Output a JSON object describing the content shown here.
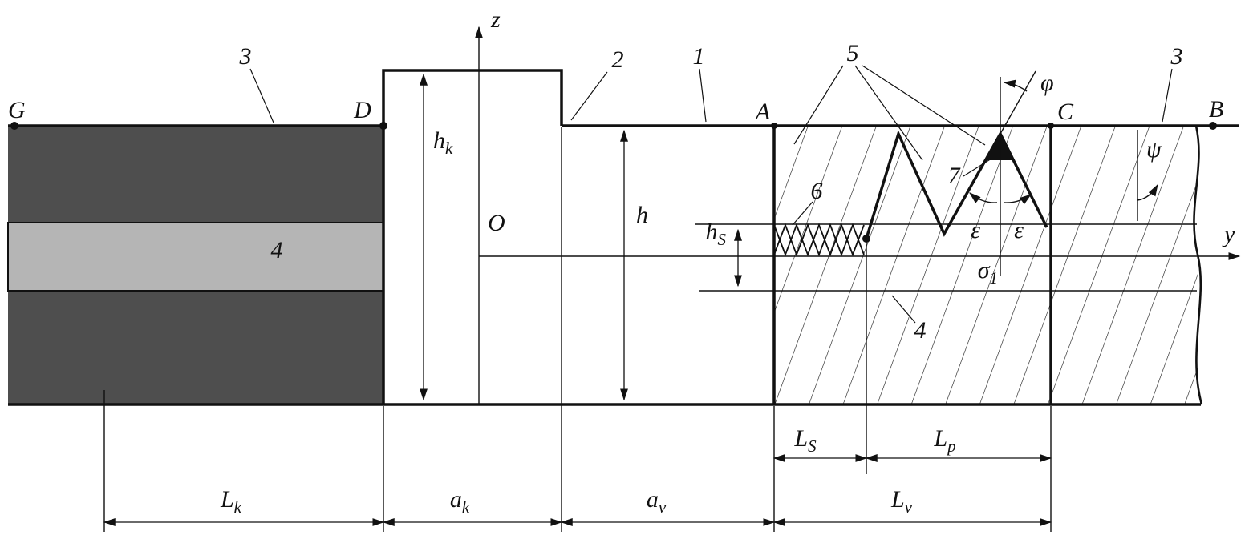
{
  "axes": {
    "z": "z",
    "y": "y",
    "origin": "O"
  },
  "points": {
    "G": "G",
    "D": "D",
    "A": "A",
    "C": "C",
    "B": "B"
  },
  "callouts": {
    "n1": "1",
    "n2": "2",
    "n3_left": "3",
    "n3_right": "3",
    "n4_left": "4",
    "n4_right": "4",
    "n5": "5",
    "n6": "6",
    "n7": "7"
  },
  "dimensions": {
    "hk": {
      "base": "h",
      "sub": "k"
    },
    "h": {
      "base": "h"
    },
    "hs": {
      "base": "h",
      "sub": "S"
    },
    "Lk": {
      "base": "L",
      "sub": "k"
    },
    "ak": {
      "base": "a",
      "sub": "k"
    },
    "av": {
      "base": "a",
      "sub": "v"
    },
    "Ls": {
      "base": "L",
      "sub": "S"
    },
    "Lp": {
      "base": "L",
      "sub": "p"
    },
    "Lv": {
      "base": "L",
      "sub": "v"
    }
  },
  "angles": {
    "phi": "φ",
    "psi": "ψ",
    "eps_left": "ε",
    "eps_right": "ε"
  },
  "stress": {
    "base": "σ",
    "sub": "1"
  },
  "colors": {
    "dark_layer": "#4e4e4e",
    "light_layer": "#b5b5b5",
    "ink": "#111111",
    "background": "#ffffff"
  }
}
